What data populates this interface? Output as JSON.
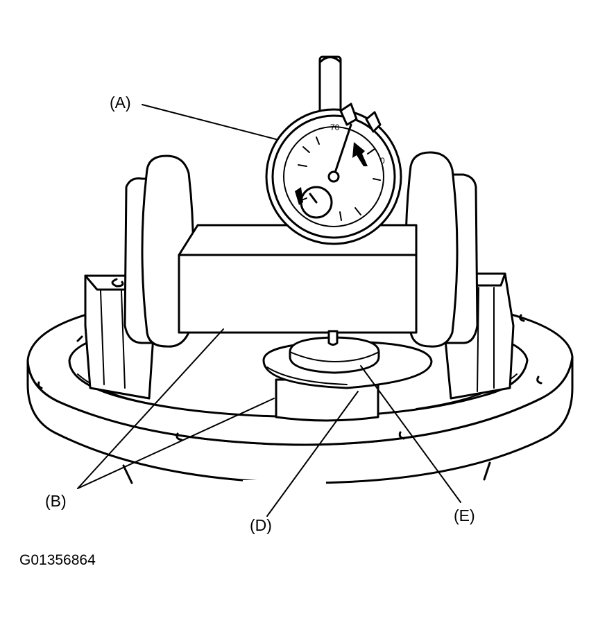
{
  "callouts": {
    "a": "(A)",
    "b": "(B)",
    "d": "(D)",
    "e": "(E)"
  },
  "figure_id": "G01356864",
  "dial_marks": {
    "top": "70",
    "right": "0"
  }
}
